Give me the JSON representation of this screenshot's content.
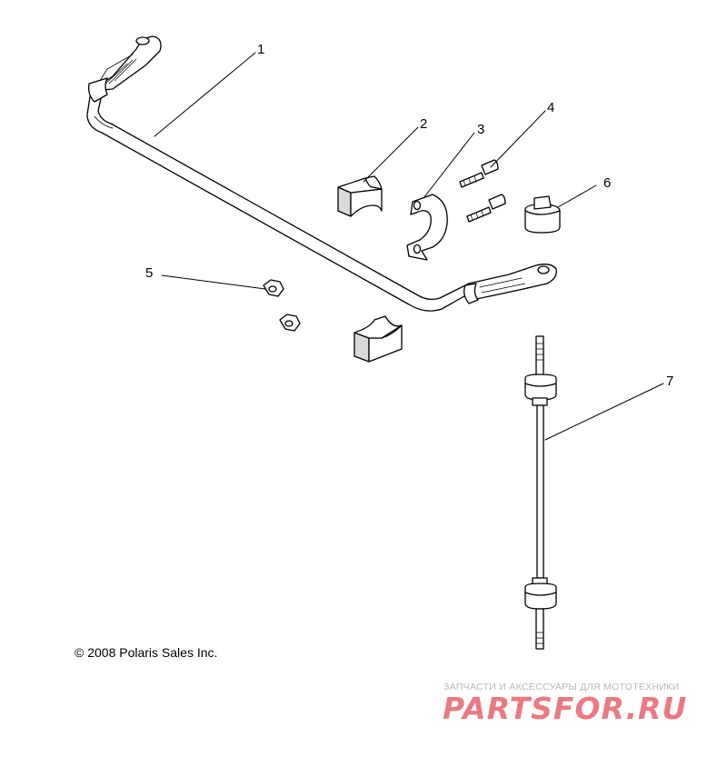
{
  "diagram": {
    "callouts": [
      "1",
      "2",
      "3",
      "4",
      "5",
      "6",
      "7"
    ],
    "copyright": "© 2008 Polaris Sales Inc."
  },
  "watermark": {
    "tagline": "ЗАПЧАСТИ И АКСЕССУАРЫ ДЛЯ МОТОТЕХНИКИ",
    "logo_text": "PARTSFOR.RU",
    "color": "#e24652"
  },
  "colors": {
    "line": "#000000",
    "part_fill": "#ffffff",
    "shade": "#d9d9d9"
  }
}
